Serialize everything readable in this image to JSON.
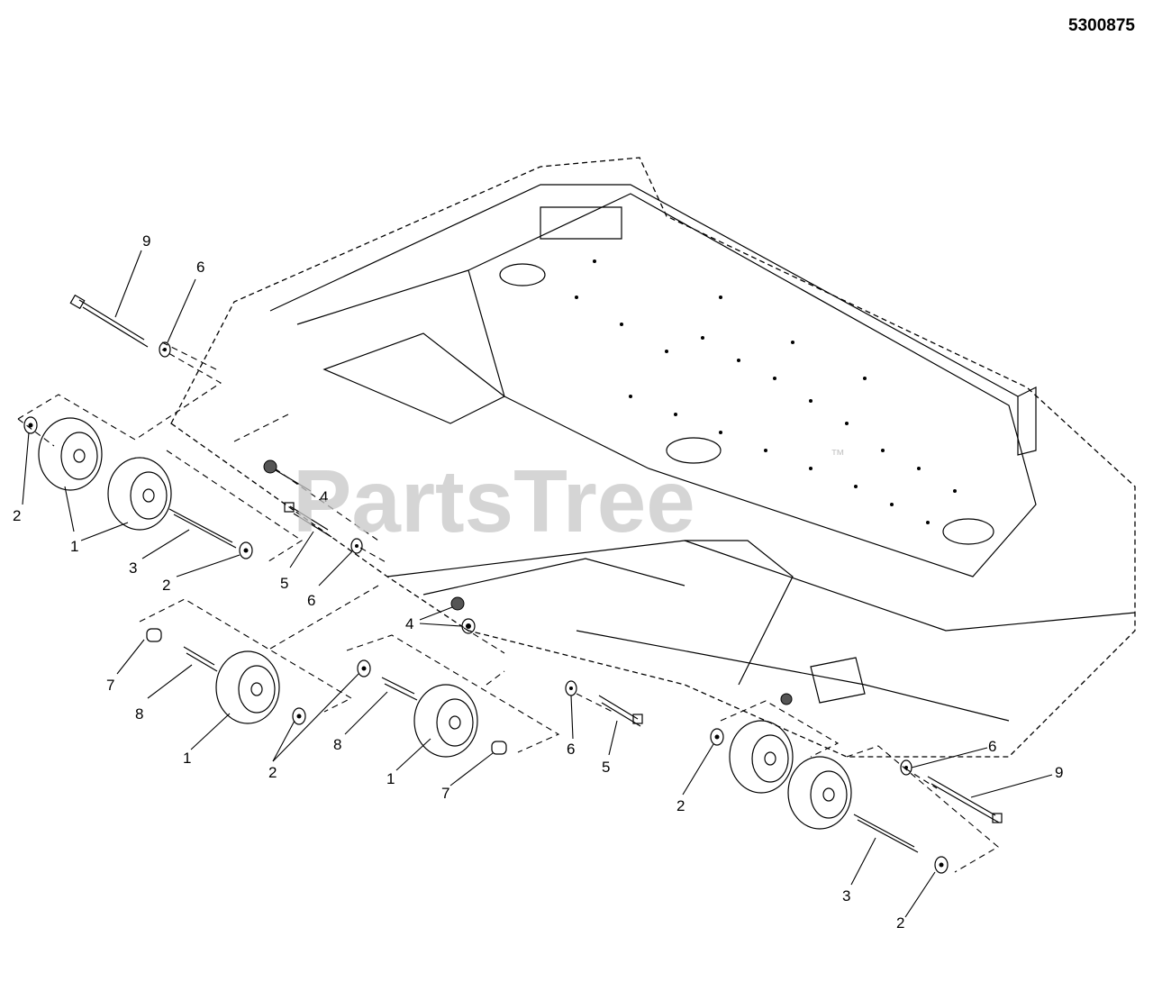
{
  "diagram_code": "5300875",
  "watermark": {
    "text": "PartsTree",
    "mark": "™"
  },
  "callouts": [
    "9",
    "6",
    "2",
    "1",
    "3",
    "2",
    "4",
    "5",
    "6",
    "4",
    "7",
    "8",
    "1",
    "2",
    "8",
    "1",
    "7",
    "6",
    "5",
    "2",
    "6",
    "9",
    "3",
    "2"
  ]
}
